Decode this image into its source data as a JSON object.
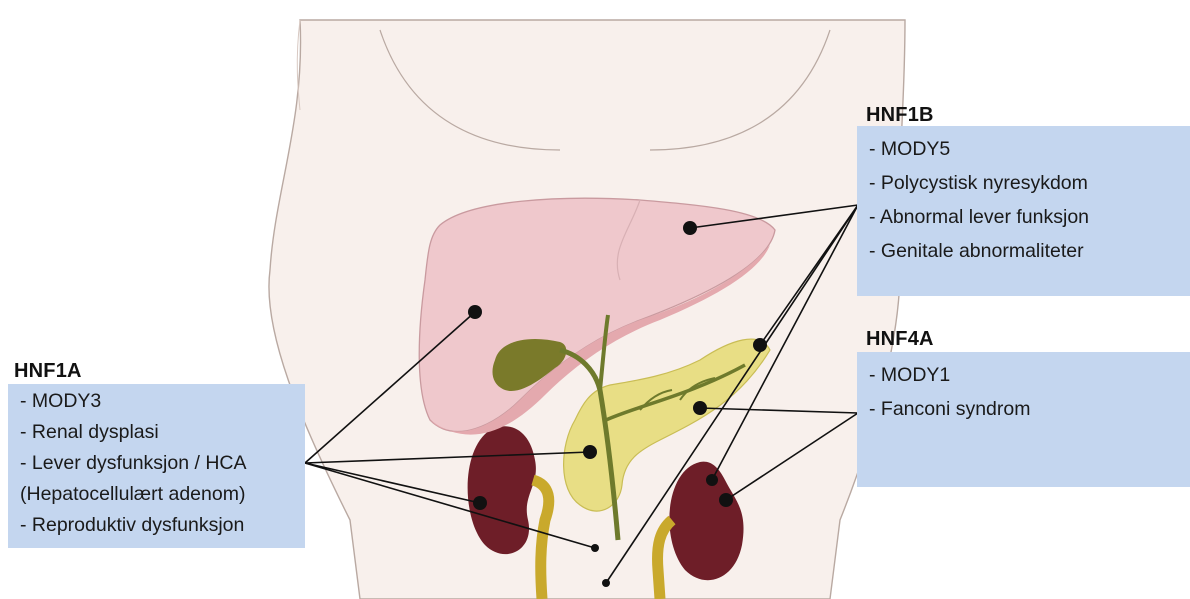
{
  "genes": [
    {
      "id": "hnf1b",
      "title": "HNF1B",
      "items": [
        "- MODY5",
        "- Polycystisk nyresykdom",
        "- Abnormal lever funksjon",
        "- Genitale abnormaliteter"
      ]
    },
    {
      "id": "hnf4a",
      "title": "HNF4A",
      "items": [
        "- MODY1",
        "- Fanconi syndrom"
      ]
    },
    {
      "id": "hnf1a",
      "title": "HNF1A",
      "items": [
        "- MODY3",
        "- Renal dysplasi",
        "- Lever dysfunksjon / HCA",
        "(Hepatocellulært adenom)",
        "- Reproduktiv dysfunksjon"
      ]
    }
  ],
  "colors": {
    "box_fill": "#c4d6ef",
    "skin": "#f8f0ec",
    "skin_outline": "#b9a9a2",
    "liver": "#efc8cc",
    "liver_dark": "#e4a9ae",
    "gallbladder": "#7a7a2a",
    "pancreas": "#e8de85",
    "bile_duct": "#6e7a2c",
    "kidney": "#6e1e28",
    "ureter": "#c9a92c",
    "leader_line": "#111111"
  },
  "icons": [
    "liver-icon",
    "gallbladder-icon",
    "pancreas-icon",
    "kidney-icon",
    "ureter-icon"
  ]
}
